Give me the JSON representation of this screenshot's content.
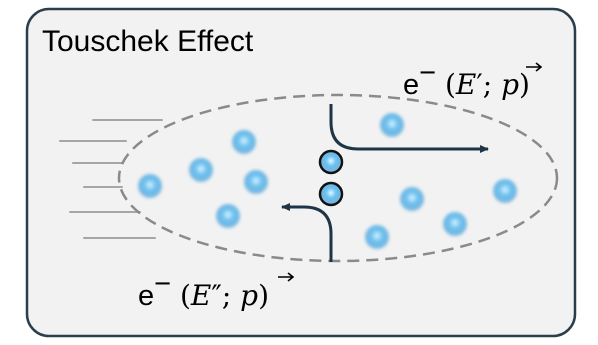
{
  "title": "Touschek Effect",
  "label_top": {
    "prefix": "e",
    "sup": "−",
    "open": " (",
    "E": "E",
    "prime": "′",
    "sep": "; ",
    "p": "p",
    "close": ")"
  },
  "label_bottom": {
    "prefix": "e",
    "sup": "−",
    "open": " (",
    "E": "E",
    "prime": "″",
    "sep": "; ",
    "p": "p",
    "close": ")"
  },
  "colors": {
    "panel_bg": "#f2f2f2",
    "panel_border": "#2c3e4c",
    "trajectory": "#1f3447",
    "particle": "#3aa7e2",
    "ellipse_dash": "#8a8a8a",
    "speed_lines": "#a6a6a6"
  }
}
